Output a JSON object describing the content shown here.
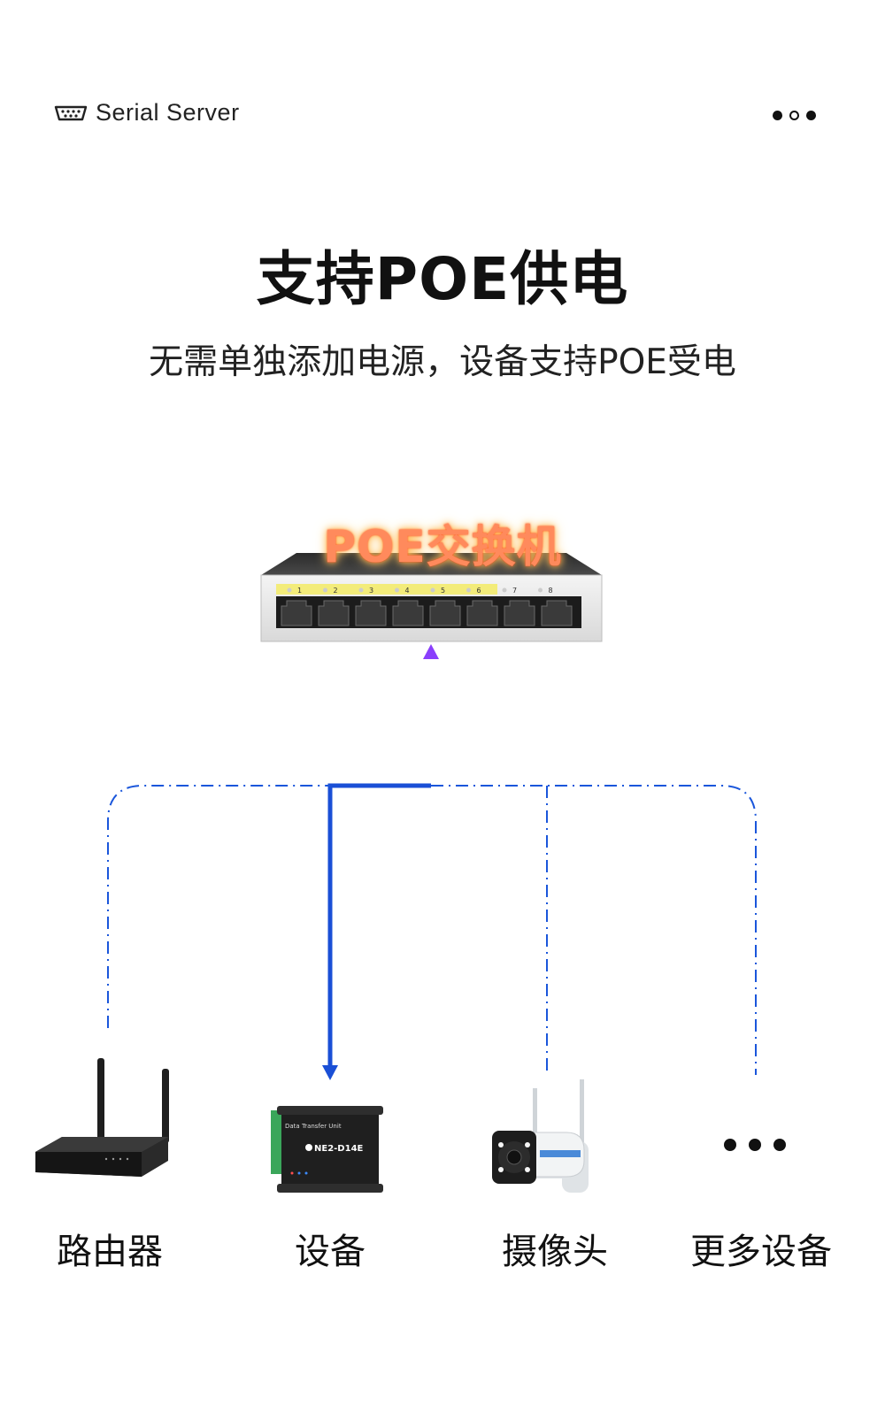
{
  "header": {
    "title": "Serial Server",
    "icon": "serial-port-icon",
    "menu_icon": "more-dots-icon"
  },
  "main_title": "支持POE供电",
  "subtitle": "无需单独添加电源，设备支持POE受电",
  "switch": {
    "label": "POE交换机",
    "port_numbers": [
      "1",
      "2",
      "3",
      "4",
      "5",
      "6",
      "7",
      "8"
    ]
  },
  "device_unit": {
    "top_label": "Data Transfer Unit",
    "model": "NE2-D14E"
  },
  "devices": [
    {
      "label": "路由器",
      "icon": "router-icon"
    },
    {
      "label": "设备",
      "icon": "data-transfer-unit-icon"
    },
    {
      "label": "摄像头",
      "icon": "security-camera-icon"
    },
    {
      "label": "更多设备",
      "icon": "more-dots-icon"
    }
  ],
  "colors": {
    "dashed_line": "#1a56db",
    "solid_line": "#1a4fd6",
    "up_arrow_top": "#8a3ffc",
    "label_glow": "#ff7a3d"
  }
}
